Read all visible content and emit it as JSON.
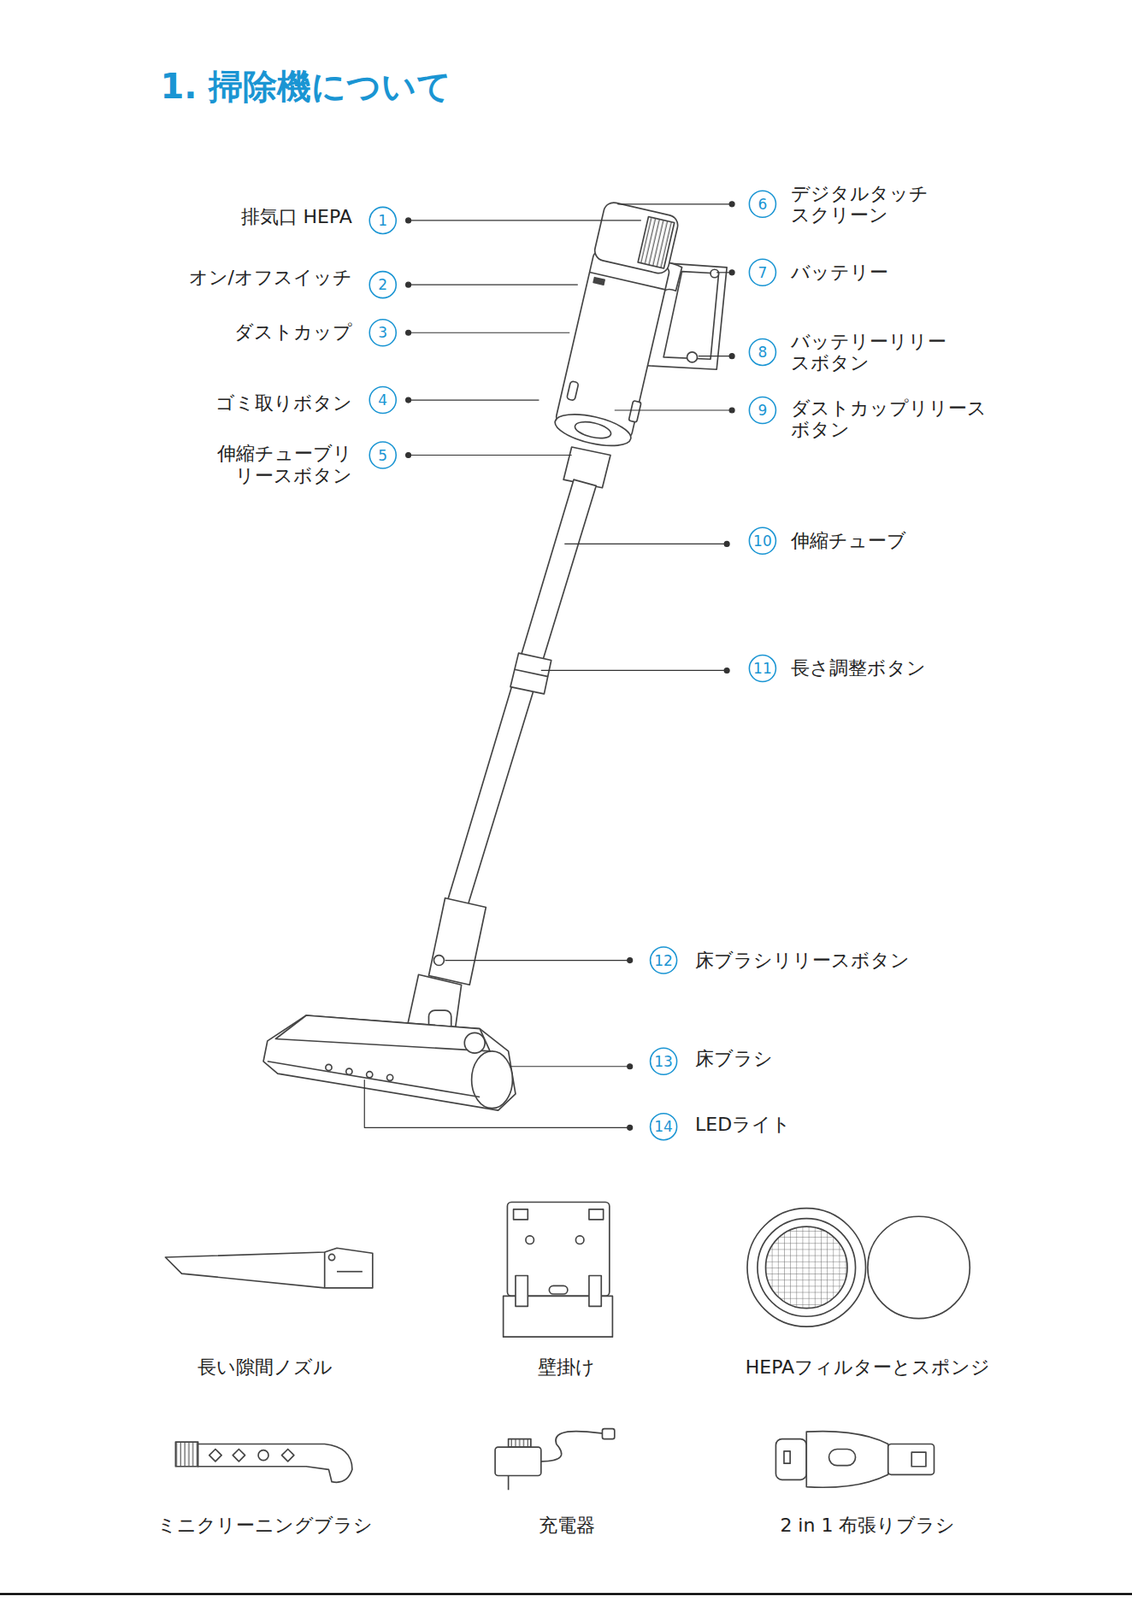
{
  "diagram": {
    "title": "1. 掃除機について",
    "labels": [
      "1",
      "排気口 HEPA",
      "2",
      "オン/オフスイッチ",
      "3",
      "ダストカップ",
      "4",
      "ゴミ取りボタン",
      "5",
      "伸縮チューブリ リースボタン",
      "6",
      "デジタルタッチ スクリーン",
      "7",
      "バッテリー",
      "8",
      "バッテリーリリー スボタン",
      "9",
      "ダストカップリリース ボタン",
      "10",
      "伸縮チューブ",
      "11",
      "長さ調整ボタン",
      "12",
      "床ブラシリリースボタン",
      "13",
      "床ブラシ",
      "14",
      "LEDライト",
      "長い隙間ノズル",
      "壁掛け",
      "HEPAフィルターとスポンジ",
      "ミニクリーニングブラシ",
      "充電器",
      "2 in 1 布張りブラシ"
    ]
  }
}
